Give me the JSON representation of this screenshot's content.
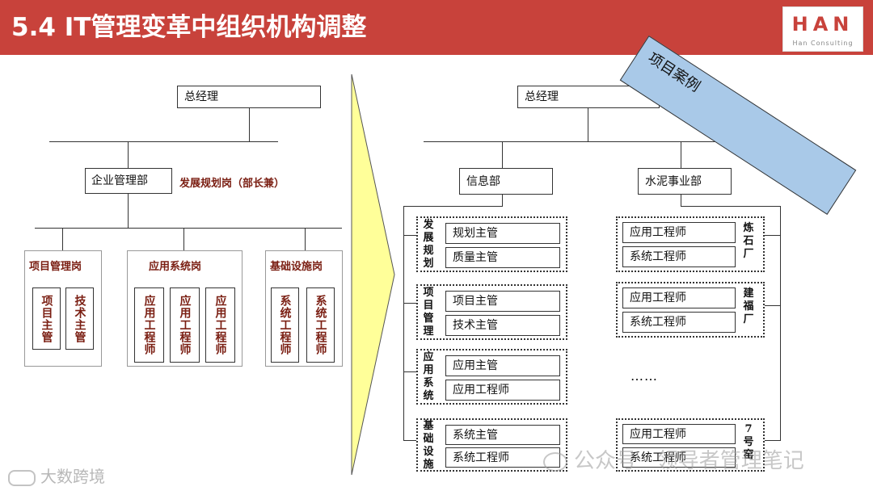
{
  "header": {
    "title": "5.4 IT管理变革中组织机构调整",
    "logo_main": "HAN",
    "logo_sub": "Han Consulting"
  },
  "left": {
    "gm": "总经理",
    "dept": "企业管理部",
    "dept_note": "发展规划岗（部长兼）",
    "groups": [
      {
        "title": "项目管理岗",
        "roles": [
          "项目主管",
          "技术主管"
        ]
      },
      {
        "title": "应用系统岗",
        "roles": [
          "应用工程师",
          "应用工程师",
          "应用工程师"
        ]
      },
      {
        "title": "基础设施岗",
        "roles": [
          "系统工程师",
          "系统工程师"
        ]
      }
    ]
  },
  "right": {
    "gm": "总经理",
    "banner": "项目案例",
    "info_dept": "信息部",
    "cement_dept": "水泥事业部",
    "info_groups": [
      {
        "side": "发展规划",
        "roles": [
          "规划主管",
          "质量主管"
        ]
      },
      {
        "side": "项目管理",
        "roles": [
          "项目主管",
          "技术主管"
        ]
      },
      {
        "side": "应用系统",
        "roles": [
          "应用主管",
          "应用工程师"
        ]
      },
      {
        "side": "基础设施",
        "roles": [
          "系统主管",
          "系统工程师"
        ]
      }
    ],
    "plants": [
      {
        "name": "炼石厂",
        "roles": [
          "应用工程师",
          "系统工程师"
        ]
      },
      {
        "name": "建福厂",
        "roles": [
          "应用工程师",
          "系统工程师"
        ]
      },
      {
        "name": "7号窑",
        "roles": [
          "应用工程师",
          "系统工程师"
        ]
      }
    ],
    "ellipsis": "……"
  },
  "watermark": {
    "wechat": "公众号 · 领导者管理笔记",
    "source": "大数跨境"
  },
  "colors": {
    "title_bar": "#c8423b",
    "arrow_fill": "#ffff99",
    "banner_fill": "#a9c9e8",
    "label_dark_red": "#7a1e12"
  }
}
